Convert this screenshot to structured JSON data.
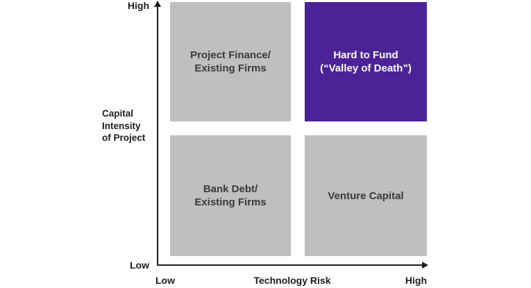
{
  "colors": {
    "quadrant_gray": "#BFBFBF",
    "quadrant_purple": "#4B2397",
    "text_dark": "#3A3A3A",
    "text_light": "#FFFFFF",
    "axis": "#1C1C1C"
  },
  "y_axis": {
    "title": "Capital\nIntensity\nof Project",
    "top_tick": "High",
    "bottom_tick": "Low"
  },
  "x_axis": {
    "title": "Technology Risk",
    "left_tick": "Low",
    "right_tick": "High"
  },
  "quadrants": [
    {
      "position": "top-left",
      "label": "Project Finance/\nExisting Firms",
      "highlighted": false
    },
    {
      "position": "top-right",
      "label": "Hard to Fund\n(“Valley of Death”)",
      "highlighted": true
    },
    {
      "position": "bottom-left",
      "label": "Bank Debt/\nExisting Firms",
      "highlighted": false
    },
    {
      "position": "bottom-right",
      "label": "Venture Capital",
      "highlighted": false
    }
  ]
}
